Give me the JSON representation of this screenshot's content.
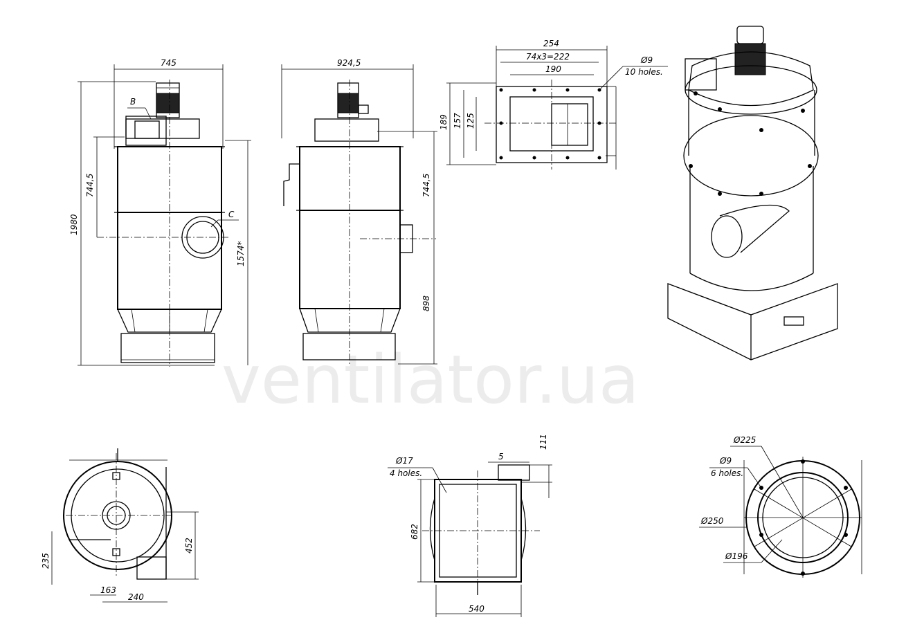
{
  "watermark": "ventilator.ua",
  "front_view": {
    "width": "745",
    "body_height": "744,5",
    "total_height": "1980",
    "inlet_height": "1574*",
    "label_b": "B",
    "label_c": "C"
  },
  "side_view": {
    "width": "924,5",
    "body_height": "744,5",
    "base_height": "898"
  },
  "flange_b": {
    "overall": "254",
    "pitch": "74x3=222",
    "inner": "190",
    "h_outer": "189",
    "h_mid": "157",
    "h_inner": "125",
    "hole_dia": "Ø9",
    "holes": "10 holes."
  },
  "top_view": {
    "dim_235": "235",
    "dim_452": "452",
    "dim_163": "163",
    "dim_240": "240"
  },
  "bottom_view": {
    "hole_dia": "Ø17",
    "holes": "4 holes.",
    "dim_5": "5",
    "dim_111": "111",
    "height": "682",
    "width": "540"
  },
  "flange_c": {
    "d225": "Ø225",
    "hole_dia": "Ø9",
    "holes": "6 holes.",
    "d250": "Ø250",
    "d196": "Ø196"
  }
}
